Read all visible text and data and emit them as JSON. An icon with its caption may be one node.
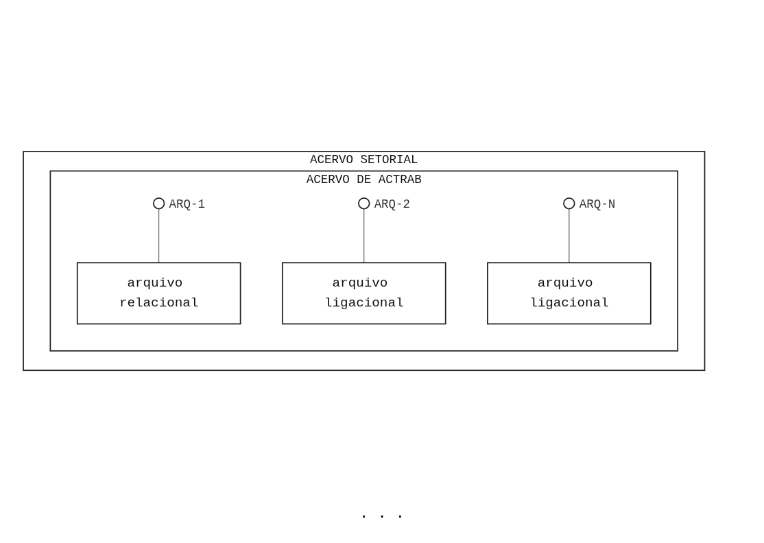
{
  "diagram": {
    "nodes": [
      {
        "text": [
          "ACERVO SETORIAL"
        ]
      },
      {
        "text": [
          "ACERVO DE ACTRAB"
        ],
        "in": 0
      },
      {
        "text": [],
        "shape": "circle",
        "beside": [
          "ARQ-1"
        ],
        "in": 1
      },
      {
        "text": [
          "arquivo relacional"
        ],
        "in": 1
      },
      {
        "text": [],
        "shape": "circle",
        "beside": [
          "ARQ-2"
        ],
        "in": 1
      },
      {
        "text": [
          "arquivo ligacional"
        ],
        "in": 1
      },
      {
        "text": [],
        "shape": "circle",
        "beside": [
          "ARQ-N"
        ],
        "in": 1
      },
      {
        "text": [
          "arquivo ligacional"
        ],
        "in": 1
      }
    ],
    "edges": [
      {
        "from": 2,
        "to": 3,
        "arrow": "none"
      },
      {
        "from": 4,
        "to": 5,
        "arrow": "none"
      },
      {
        "from": 6,
        "to": 7,
        "arrow": "none"
      }
    ],
    "labels": [
      ". . ."
    ]
  }
}
